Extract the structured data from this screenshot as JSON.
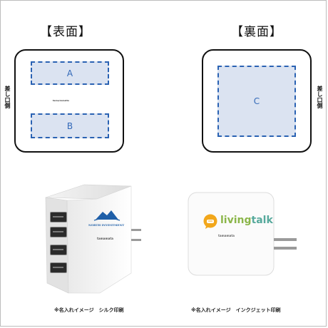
{
  "front": {
    "heading": "【表面】",
    "zone_a_label": "A",
    "zone_b_label": "B",
    "brand_text": "tama/romatio",
    "side_label": "差し口側"
  },
  "back": {
    "heading": "【裏面】",
    "zone_c_label": "C",
    "side_label": "差し口側"
  },
  "samples": {
    "left_logo_text": "NORTH INVESTMENT",
    "left_brand": "tamamata",
    "left_caption": "※名入れイメージ　シルク印刷",
    "right_logo_text_1": "living",
    "right_logo_text_2": "talk",
    "right_brand": "tamamata",
    "right_caption": "※名入れイメージ　インクジェット印刷"
  },
  "colors": {
    "zone_fill": "#dbe3f1",
    "zone_border": "#2a62b3",
    "logo_blue": "#1f5fa8",
    "logo_orange": "#f2a71b",
    "logo_green": "#8bb64a",
    "logo_teal": "#56a99c"
  },
  "icons": [
    "house-logo-icon",
    "speech-bubble-logo-icon",
    "plug-prongs-icon"
  ]
}
